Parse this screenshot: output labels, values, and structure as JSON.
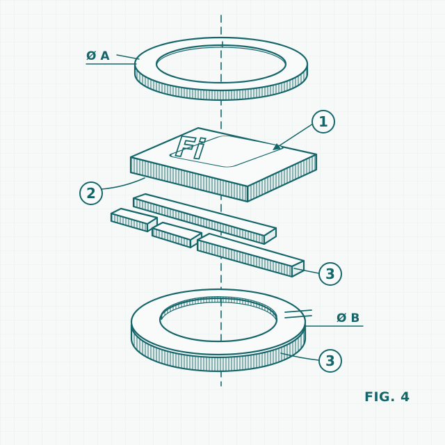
{
  "callouts": [
    {
      "id": "c1",
      "text": "1"
    },
    {
      "id": "c2",
      "text": "2"
    },
    {
      "id": "c3a",
      "text": "3"
    },
    {
      "id": "c3b",
      "text": "3"
    }
  ],
  "dimensions": {
    "top_ring": "Ø A",
    "bottom_ring": "Ø B"
  },
  "logo_text": "Fi",
  "figure_label": "FIG. 4",
  "colors": {
    "ink": "#15666a",
    "grid": "#dde6e4",
    "paper": "#f7f9f8"
  }
}
